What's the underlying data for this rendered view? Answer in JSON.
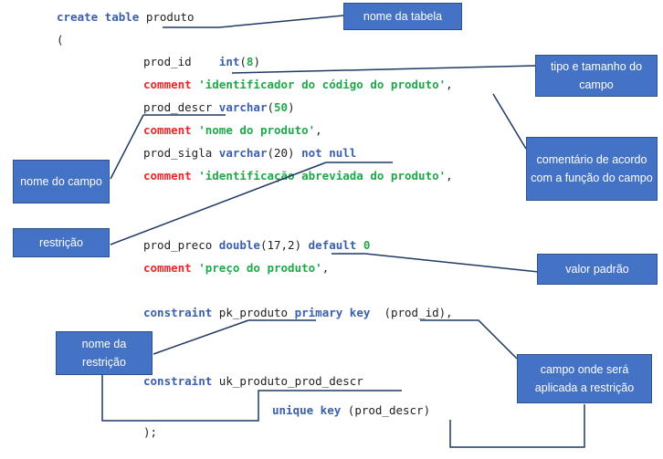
{
  "code": {
    "line1": {
      "kw": "create table",
      "name": "produto"
    },
    "line2": "(",
    "line3": {
      "field": "prod_id",
      "type": "int",
      "open": "(",
      "size": "8",
      "close": ")"
    },
    "line4": {
      "kw": "comment",
      "text": "'identificador do código do produto'",
      "end": ","
    },
    "line5": {
      "field": "prod_descr",
      "type": "varchar",
      "open": "(",
      "size": "50",
      "close": ")"
    },
    "line6": {
      "kw": "comment",
      "text": "'nome do produto'",
      "end": ","
    },
    "line7": {
      "field": "prod_sigla",
      "type": "varchar",
      "args": "(20)",
      "constraint": "not null"
    },
    "line8": {
      "kw": "comment",
      "text": "'identificação abreviada do produto'",
      "end": ","
    },
    "line9": {
      "field": "prod_preco",
      "type": "double",
      "args": "(17,2)",
      "default_kw": "default",
      "default_val": "0"
    },
    "line10": {
      "kw": "comment",
      "text": "'preço do produto'",
      "end": ","
    },
    "line11": {
      "kw": "constraint",
      "name": "pk_produto",
      "key": "primary key",
      "cols": "(prod_id),"
    },
    "line12": {
      "kw": "constraint",
      "name": "uk_produto_prod_descr"
    },
    "line13": {
      "key": "unique key",
      "cols": "(prod_descr)"
    },
    "line14": ");"
  },
  "labels": {
    "table_name": "nome da tabela",
    "type_size": "tipo e tamanho do campo",
    "comment": "comentário de acordo com a função do campo",
    "field_name": "nome do campo",
    "restriction": "restrição",
    "default_value": "valor padrão",
    "restriction_name": "nome da restrição",
    "applied_field": "campo onde será aplicada a restrição"
  },
  "colors": {
    "box": "#4472c4",
    "keyword": "#3a5fb0",
    "comment": "#e8262a",
    "string": "#1ea84a",
    "line": "#1f3864"
  }
}
